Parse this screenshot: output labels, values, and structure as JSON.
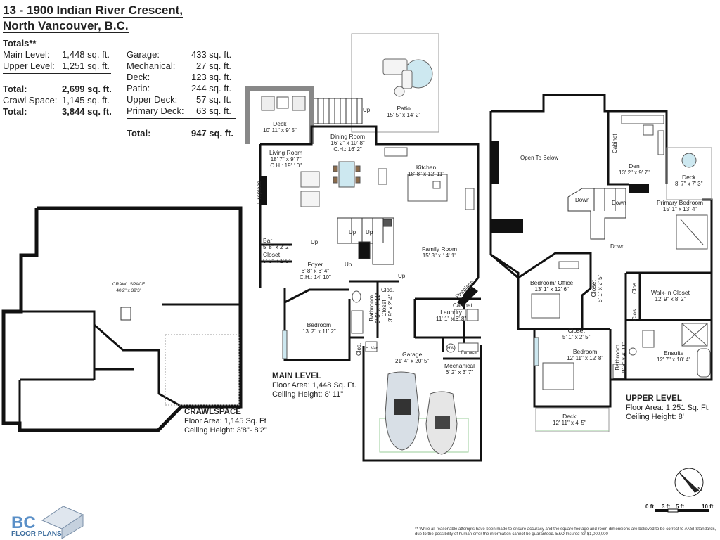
{
  "header": {
    "line1": "13 - 1900 Indian River Crescent,",
    "line2": "North Vancouver, B.C."
  },
  "totals": {
    "heading": "Totals**",
    "left": [
      {
        "label": "Main Level:",
        "value": "1,448 sq. ft."
      },
      {
        "label": "Upper Level:",
        "value": "1,251 sq. ft."
      },
      {
        "label": "Total:",
        "value": "2,699 sq. ft."
      },
      {
        "label": "Crawl Space:",
        "value": "1,145 sq. ft."
      },
      {
        "label": "Total:",
        "value": "3,844 sq. ft."
      }
    ],
    "right": [
      {
        "label": "Garage:",
        "value": "433 sq. ft."
      },
      {
        "label": "Mechanical:",
        "value": "27 sq. ft."
      },
      {
        "label": "Deck:",
        "value": "123 sq. ft."
      },
      {
        "label": "Patio:",
        "value": "244 sq. ft."
      },
      {
        "label": "Upper Deck:",
        "value": "57 sq. ft."
      },
      {
        "label": "Primary Deck:",
        "value": "63 sq. ft."
      },
      {
        "label": "Total:",
        "value": "947 sq. ft."
      }
    ]
  },
  "rooms": {
    "patio": {
      "name": "Patio",
      "dim": "15' 5\" x 14' 2\""
    },
    "deck_main": {
      "name": "Deck",
      "dim": "10' 11\" x 9' 5\""
    },
    "dining": {
      "name": "Dining Room",
      "dim": "16' 2\" x 10' 8\"",
      "ch": "C.H.: 16' 2\""
    },
    "living": {
      "name": "Living Room",
      "dim": "18' 7\" x 9' 7\"",
      "ch": "C.H.: 19' 10\""
    },
    "kitchen": {
      "name": "Kitchen",
      "dim": "18' 8\" x 12' 11\""
    },
    "bar": {
      "name": "Bar",
      "dim": "5' 8\" x 2' 2\""
    },
    "closet_main": {
      "name": "Closet",
      "dim": "5' 3\" x 1' 9\""
    },
    "foyer": {
      "name": "Foyer",
      "dim": "6' 8\" x 6' 4\"",
      "ch": "C.H.: 14' 10\""
    },
    "family": {
      "name": "Family Room",
      "dim": "15' 3\" x 14' 1\""
    },
    "bedroom_main": {
      "name": "Bedroom",
      "dim": "13' 2\" x 11' 2\""
    },
    "bathroom_main": {
      "name": "Bathroom",
      "dim": "9' 5\" x 4' 11\""
    },
    "closet_bath": {
      "name": "Closet",
      "dim": "3' 9\" x 2' 4\""
    },
    "clos1": "Clos.",
    "clos2": "Clos.",
    "laundry": {
      "name": "Laundry",
      "dim": "11' 1\" x 6' 8\""
    },
    "cabinet_laundry": "Cabinet",
    "fireplace1": "Fireplace",
    "fireplace2": "Fireplace",
    "hvac": "H. Vac",
    "hw": "HW",
    "furnace": "Furnace",
    "garage": {
      "name": "Garage",
      "dim": "21' 4\" x 20' 5\""
    },
    "mechanical": {
      "name": "Mechanical",
      "dim": "6' 2\" x 3' 7\""
    },
    "open_below": "Open To Below",
    "cabinet_den": "Cabinet",
    "den": {
      "name": "Den",
      "dim": "13' 2\" x 9' 7\""
    },
    "deck_primary": {
      "name": "Deck",
      "dim": "8' 7\" x 7' 3\""
    },
    "primary": {
      "name": "Primary Bedroom",
      "dim": "15' 1\" x 13' 4\""
    },
    "bed_office": {
      "name": "Bedroom/ Office",
      "dim": "13' 1\" x 12' 6\""
    },
    "closet_up1": {
      "name": "Closet",
      "dim": "5' 1\" x 2' 5\""
    },
    "clos_up1": "Clos.",
    "clos_up2": "Clos.",
    "walkin": {
      "name": "Walk-In Closet",
      "dim": "12' 9\" x 8' 2\""
    },
    "closet_up2": {
      "name": "Closet",
      "dim": "5' 1\" x 2' 5\""
    },
    "bedroom_up": {
      "name": "Bedroom",
      "dim": "12' 11\" x 12' 8\""
    },
    "bathroom_up": {
      "name": "Bathroom",
      "dim": "9' 3\" x 4' 11\""
    },
    "ensuite": {
      "name": "Ensuite",
      "dim": "12' 7\" x 10' 4\""
    },
    "deck_upper": {
      "name": "Deck",
      "dim": "12' 11\" x 4' 5\""
    },
    "crawl": {
      "name": "CRAWL SPACE",
      "dim": "40'2\" x 39'3\""
    },
    "up1": "Up",
    "up2": "Up",
    "up3": "Up",
    "up4": "Up",
    "up5": "Up",
    "up6": "Up",
    "down1": "Down",
    "down2": "Down",
    "down3": "Down"
  },
  "levels": {
    "main": {
      "name": "MAIN LEVEL",
      "area": "Floor Area: 1,448 Sq. Ft.",
      "ceiling": "Ceiling Height: 8' 11\""
    },
    "upper": {
      "name": "UPPER LEVEL",
      "area": "Floor Area: 1,251 Sq. Ft.",
      "ceiling": "Ceiling Height: 8'"
    },
    "crawl": {
      "name": "CRAWLSPACE",
      "area": "Floor Area: 1,145 Sq. Ft",
      "ceiling": "Ceiling Height: 3'8\"- 8'2\""
    }
  },
  "scale": {
    "ticks": [
      "0 ft",
      "3 ft",
      "5 ft",
      "10 ft"
    ],
    "north": "N"
  },
  "logo": {
    "big": "BC",
    "small": "FLOOR PLANS"
  },
  "disclaimer": "** While all reasonable attempts have been made to ensure accuracy and the square footage and room dimensions are believed to be correct to ANSI Standards, due to the possibility of human error the information cannot be guaranteed. E&O Insured for $1,000,000"
}
